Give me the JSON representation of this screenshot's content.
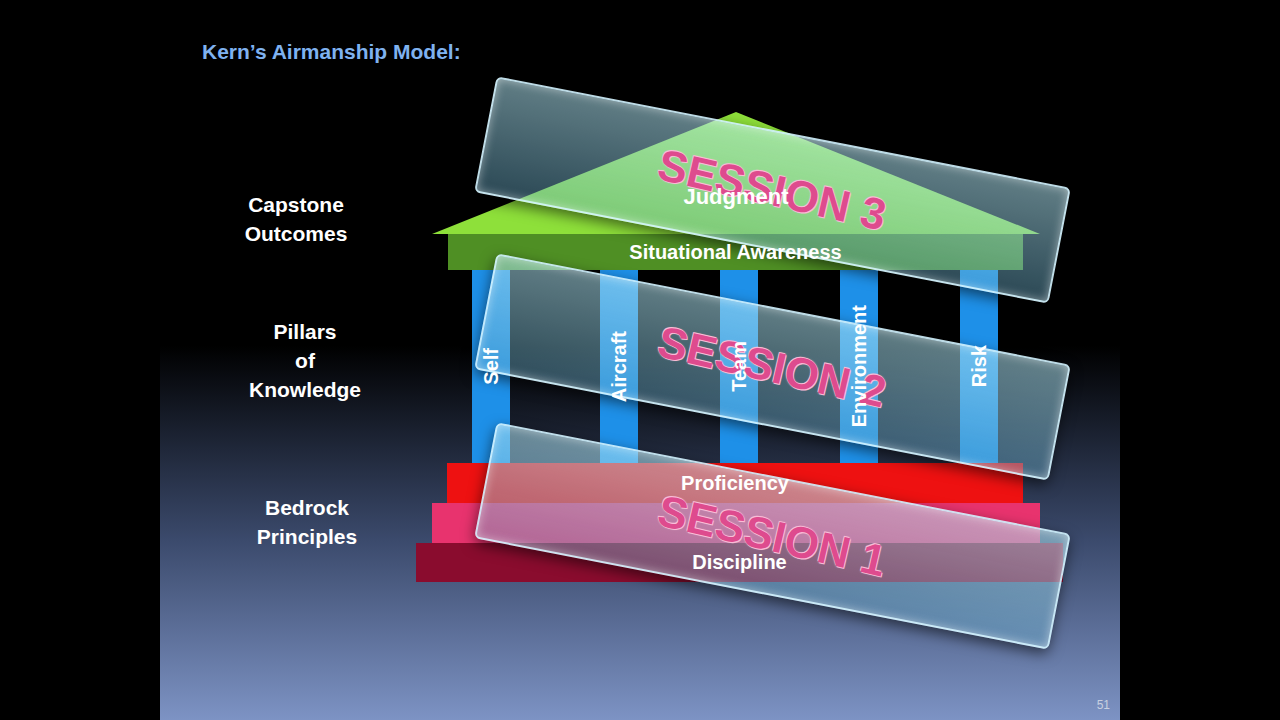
{
  "diagram": {
    "title": "Kern’s Airmanship Model:",
    "nodes": [
      {
        "text": [
          "Judgment"
        ]
      },
      {
        "text": [
          "Situational Awareness"
        ]
      },
      {
        "text": [
          "Self"
        ]
      },
      {
        "text": [
          "Aircraft"
        ]
      },
      {
        "text": [
          "Team"
        ]
      },
      {
        "text": [
          "Environment"
        ]
      },
      {
        "text": [
          "Risk"
        ]
      },
      {
        "text": [
          "Proficiency"
        ]
      },
      {
        "text": [
          "Discipline"
        ]
      },
      {
        "text": [
          "SESSION 3"
        ]
      },
      {
        "text": [
          "SESSION 2"
        ]
      },
      {
        "text": [
          "SESSION 1"
        ]
      }
    ],
    "labels": [
      "Capstone Outcomes",
      "Pillars of Knowledge",
      "Bedrock Principles",
      "51"
    ]
  }
}
